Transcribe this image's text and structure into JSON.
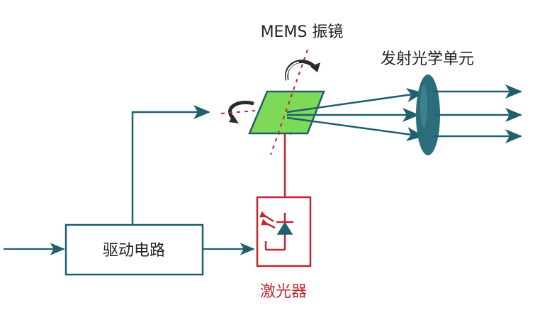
{
  "labels": {
    "mems_mirror": "MEMS 振镜",
    "emitter_optics": "发射光学单元",
    "driver_circuit": "驱动电路",
    "laser": "激光器"
  },
  "colors": {
    "arrow": "#1f5f6e",
    "laser_red": "#c0262f",
    "mirror_fill": "#7ed957",
    "lens_fill": "#2a6e7b",
    "text": "#222222"
  }
}
